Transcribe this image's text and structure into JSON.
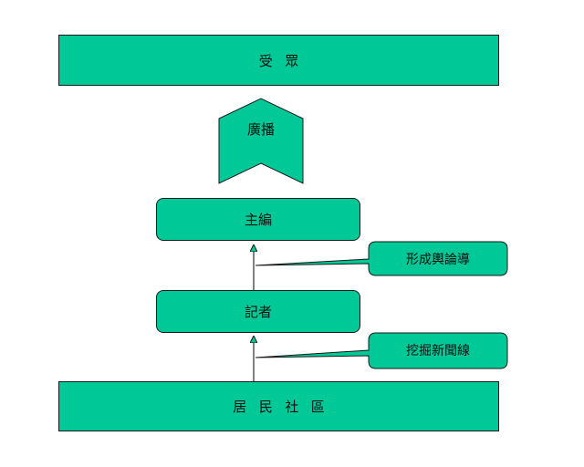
{
  "colors": {
    "fill": "#00c896",
    "stroke": "#1a1a1a",
    "arrow": "#000000"
  },
  "nodes": {
    "audience": "受眾",
    "broadcast": "廣播",
    "editor": "主編",
    "reporter": "記者",
    "community": "居民社區"
  },
  "callouts": {
    "opinion": "形成輿論導",
    "leads": "挖掘新聞線"
  }
}
